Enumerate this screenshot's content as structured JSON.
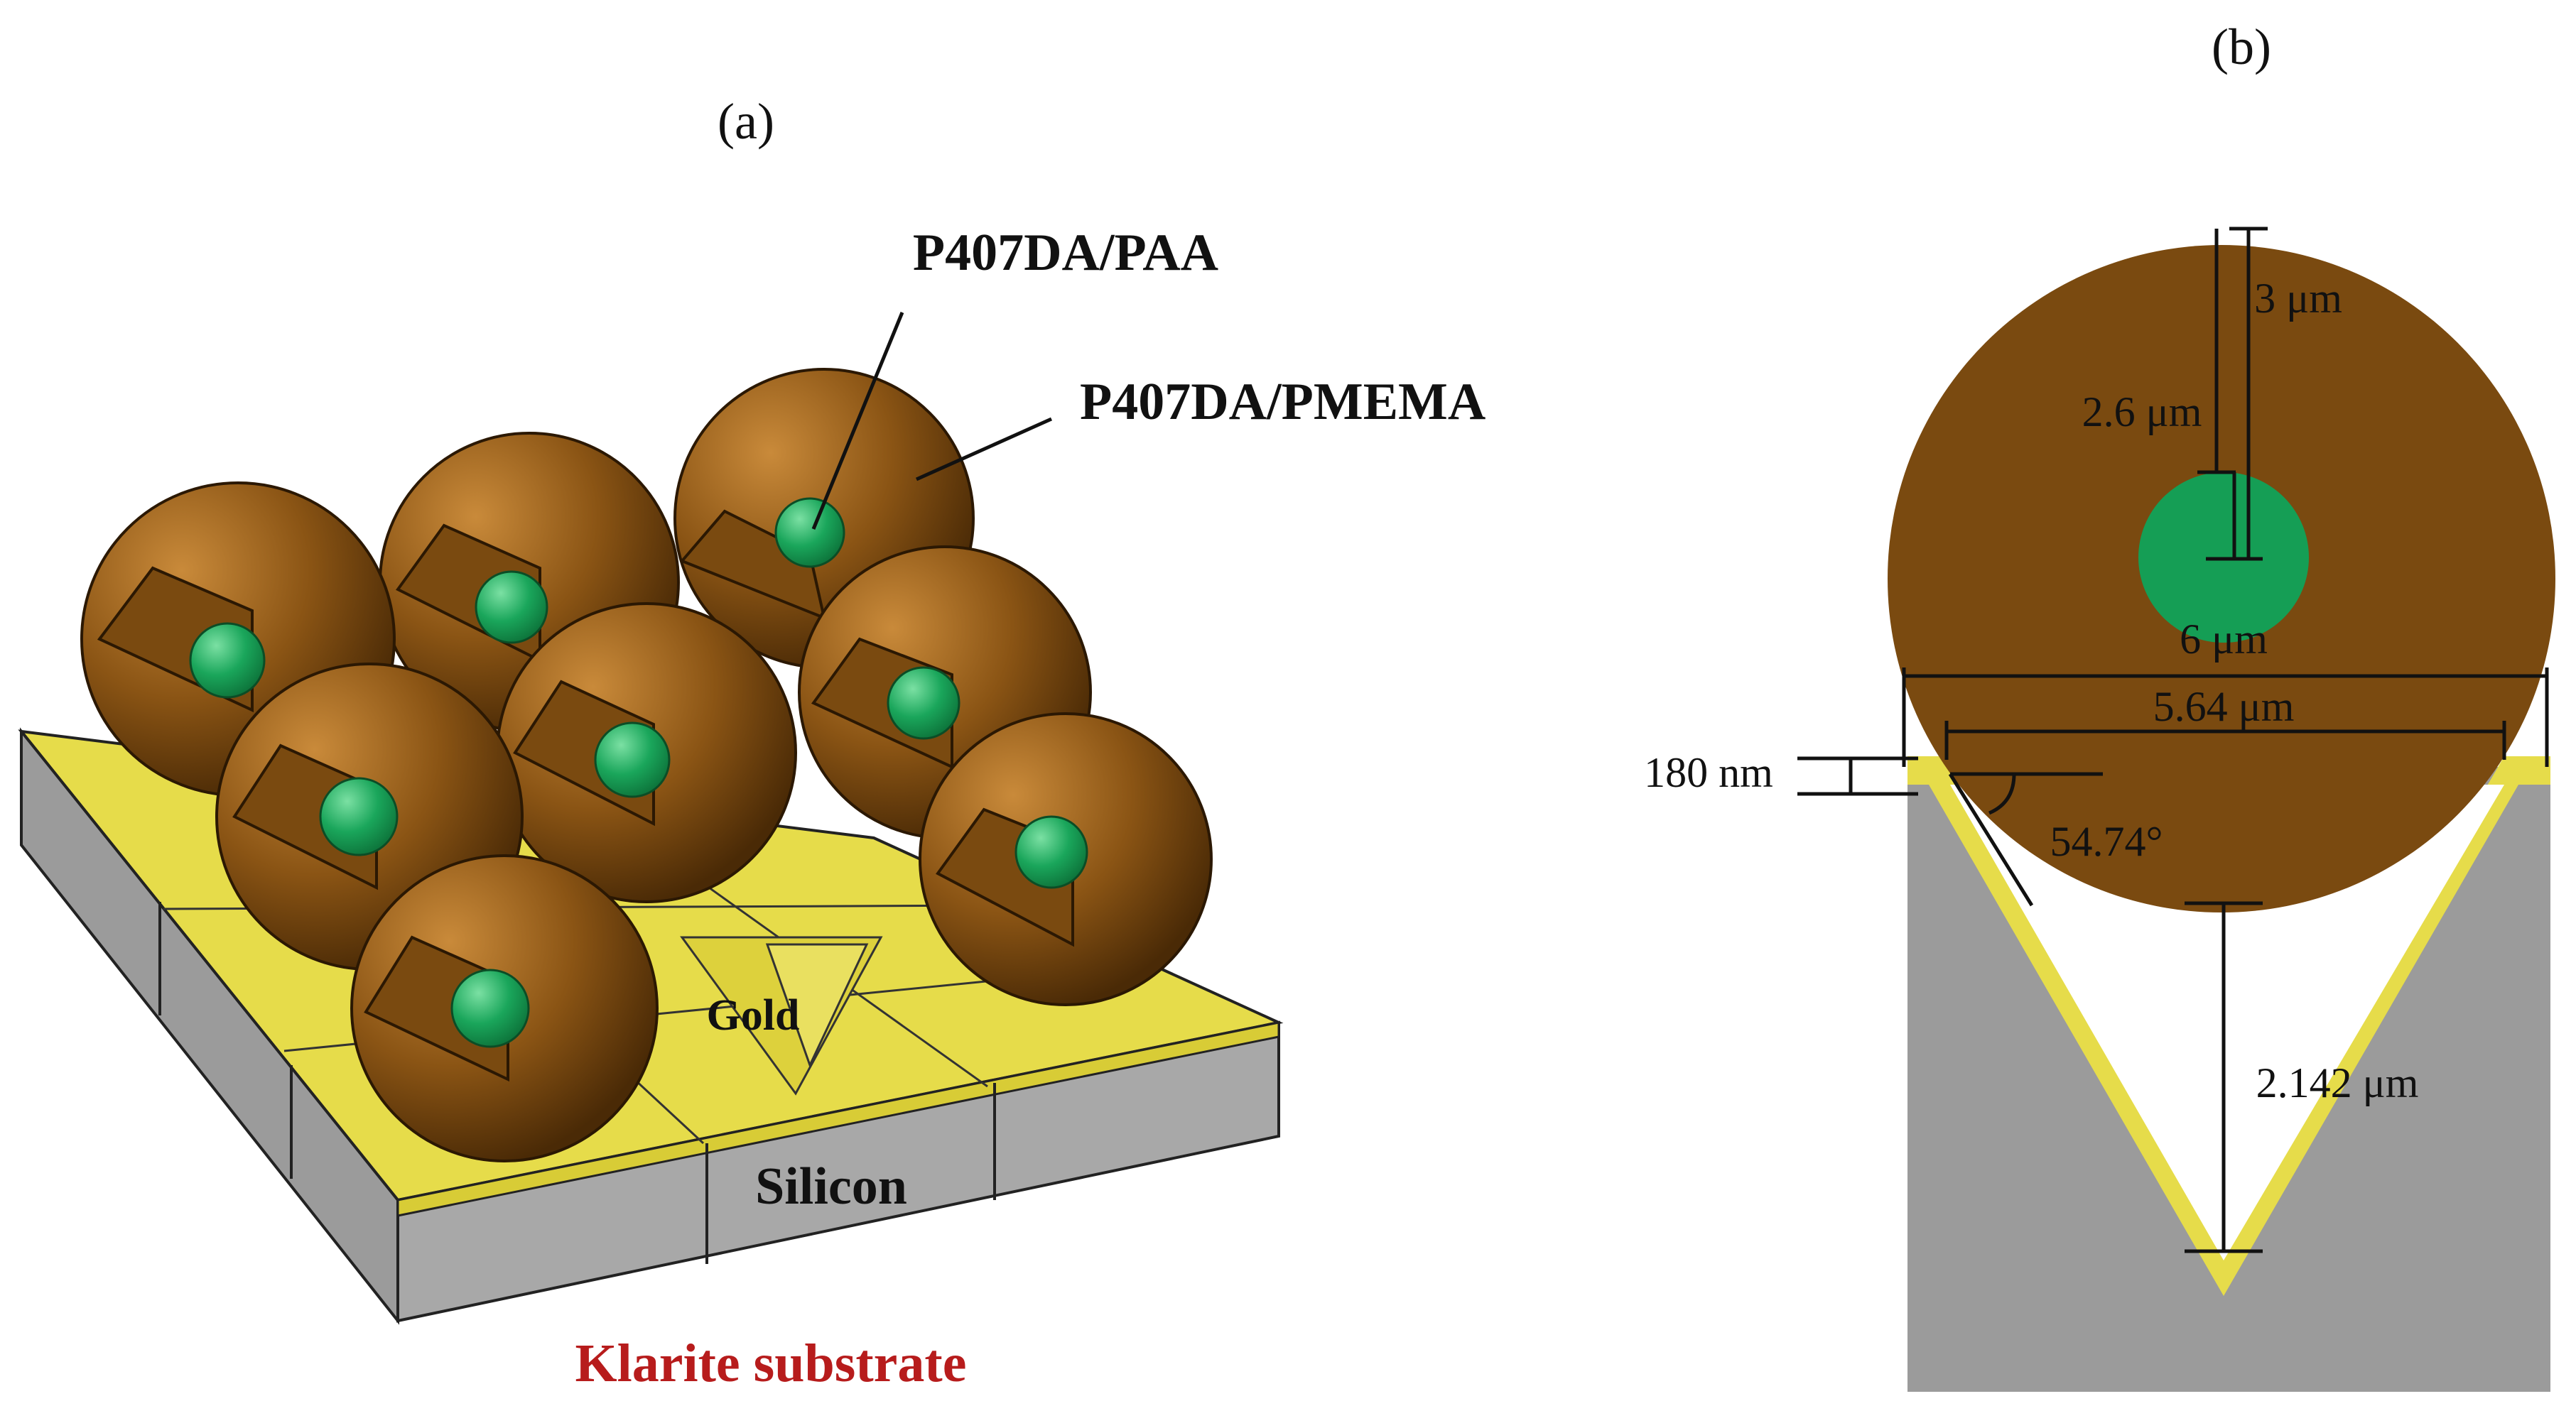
{
  "panel_a": {
    "label": "(a)",
    "callout_core": "P407DA/PAA",
    "callout_shell": "P407DA/PMEMA",
    "gold_label": "Gold",
    "silicon_label": "Silicon",
    "substrate_title": "Klarite substrate"
  },
  "panel_b": {
    "label": "(b)",
    "dim_shell_thickness": "3 μm",
    "dim_core_radius": "2.6 μm",
    "dim_particle_diameter": "6 μm",
    "dim_pit_width": "5.64 μm",
    "dim_gold_thickness": "180 nm",
    "dim_angle": "54.74°",
    "dim_gap": "2.142 μm"
  },
  "colors": {
    "shell": "#7a4a10",
    "core": "#159e55",
    "gold": "#e6dc4a",
    "silicon": "#9b9b9b",
    "substrate_title": "#b71c1c"
  }
}
